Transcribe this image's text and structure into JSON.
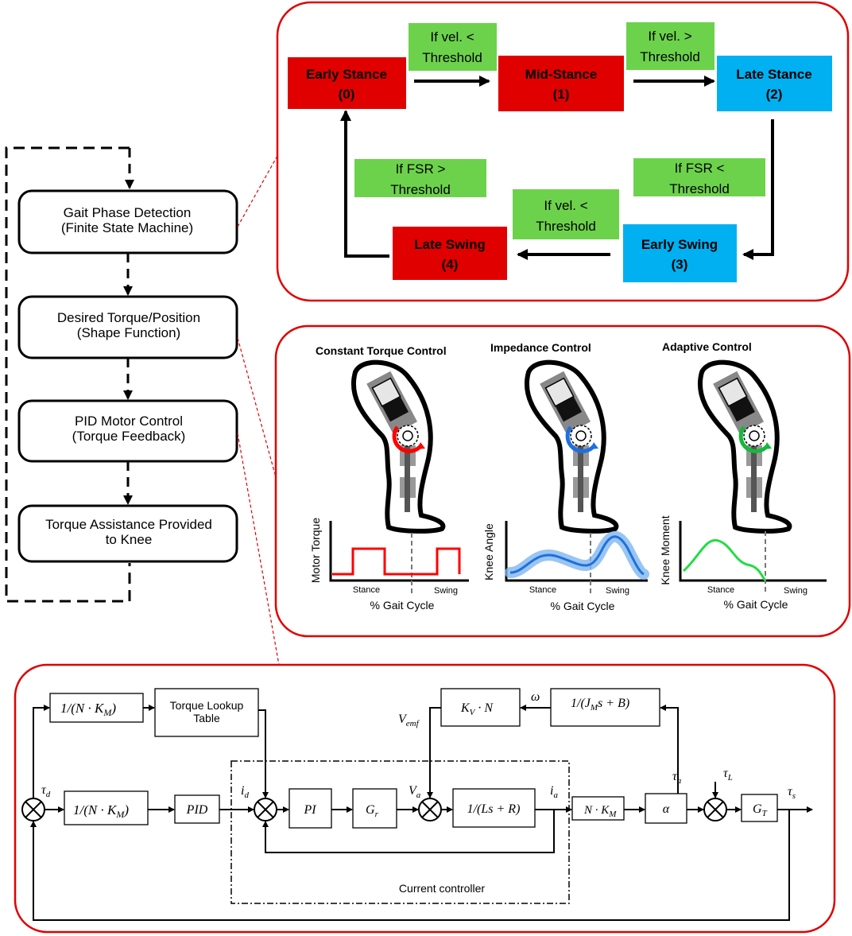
{
  "flow": {
    "steps": [
      {
        "line1": "Gait Phase Detection",
        "line2": "(Finite State Machine)"
      },
      {
        "line1": "Desired Torque/Position",
        "line2": "(Shape Function)"
      },
      {
        "line1": "PID Motor Control",
        "line2": "(Torque Feedback)"
      },
      {
        "line1": "Torque Assistance Provided",
        "line2": "to Knee"
      }
    ]
  },
  "fsm": {
    "states": [
      {
        "name": "Early Stance",
        "id": "(0)"
      },
      {
        "name": "Mid-Stance",
        "id": "(1)"
      },
      {
        "name": "Late Stance",
        "id": "(2)"
      },
      {
        "name": "Early Swing",
        "id": "(3)"
      },
      {
        "name": "Late Swing",
        "id": "(4)"
      }
    ],
    "conditions": [
      {
        "line1": "If vel. <",
        "line2": "Threshold"
      },
      {
        "line1": "If vel. >",
        "line2": "Threshold"
      },
      {
        "line1": "If  FSR <",
        "line2": "Threshold"
      },
      {
        "line1": "If vel. <",
        "line2": "Threshold"
      },
      {
        "line1": "If  FSR >",
        "line2": "Threshold"
      }
    ],
    "colors": {
      "red": "#e00000",
      "blue": "#00b0f0",
      "green": "#6dd24b"
    }
  },
  "controls": [
    {
      "title": "Constant Torque Control",
      "ylabel": "Motor Torque",
      "stance": "Stance",
      "swing": "Swing",
      "xlabel": "% Gait Cycle",
      "color": "#ff0000"
    },
    {
      "title": "Impedance Control",
      "ylabel": "Knee Angle",
      "stance": "Stance",
      "swing": "Swing",
      "xlabel": "% Gait Cycle",
      "color": "#1f6fe0"
    },
    {
      "title": "Adaptive Control",
      "ylabel": "Knee Moment",
      "stance": "Stance",
      "swing": "Swing",
      "xlabel": "% Gait Cycle",
      "color": "#16b83c"
    }
  ],
  "block": {
    "inv_nkm": "1/(N · K",
    "m_sub": "M",
    "lookup1": "Torque Lookup",
    "lookup2": "Table",
    "pid": "PID",
    "pi": "PI",
    "gr": "G",
    "gr_sub": "r",
    "ls_r": "1/(Ls + R)",
    "nkm": "N · K",
    "alpha": "α",
    "gt": "G",
    "gt_sub": "T",
    "kvn": "K",
    "kvn_sub": "V",
    "kvn_rest": " · N",
    "jm": "1/(J",
    "jm_rest": "s + B)",
    "tau": "τ",
    "sub_d": "d",
    "sub_a": "a",
    "sub_L": "L",
    "sub_s": "s",
    "sub_emf": "emf",
    "i": "i",
    "V": "V",
    "omega": "ω",
    "close": ")",
    "current_controller": "Current controller"
  }
}
